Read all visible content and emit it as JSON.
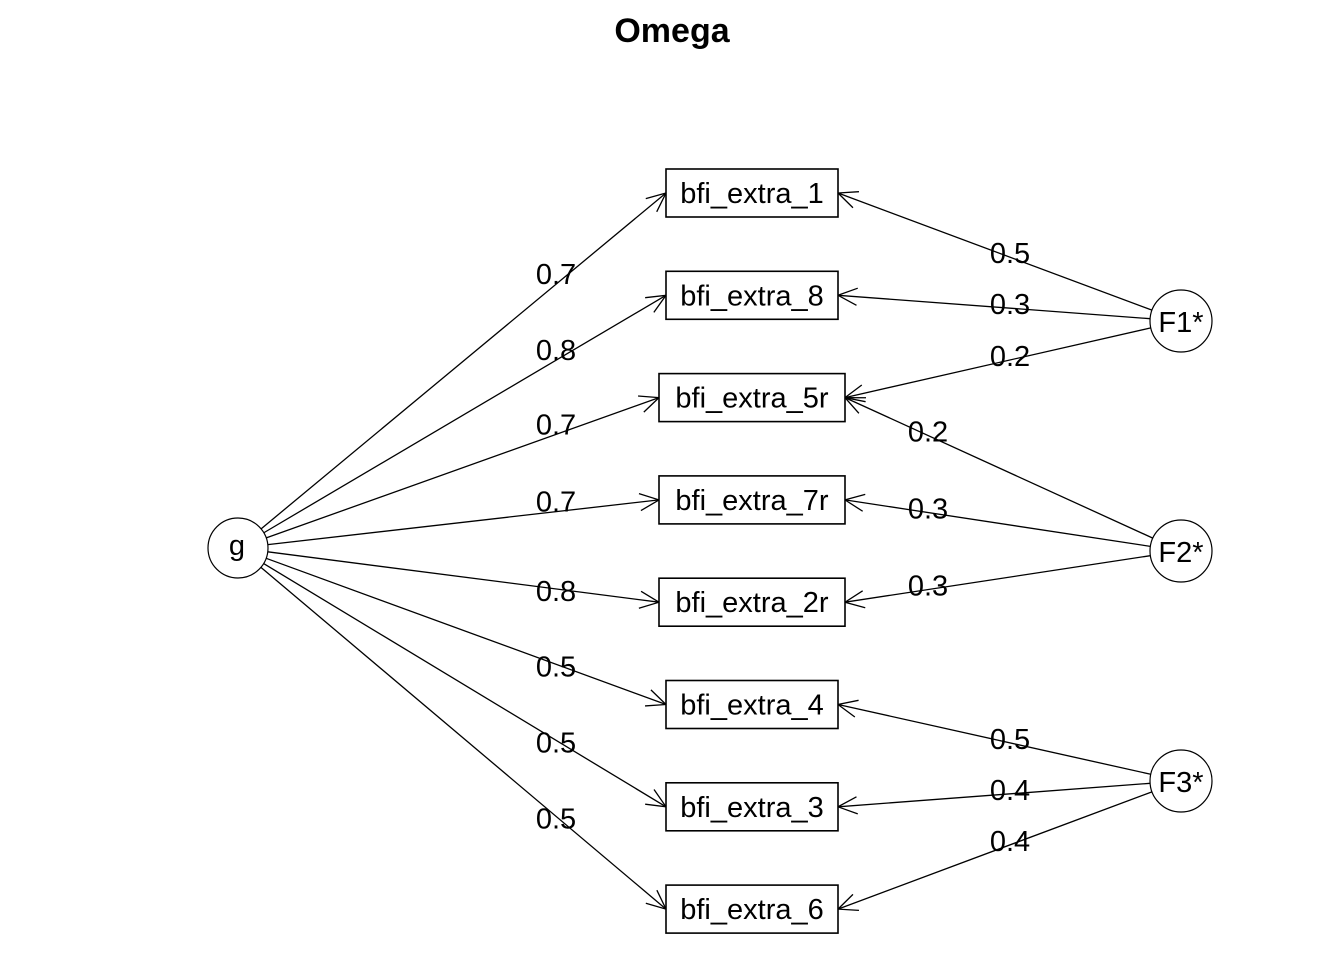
{
  "title": "Omega",
  "general_factor": {
    "id": "g",
    "label": "g"
  },
  "group_factors": [
    {
      "id": "F1",
      "label": "F1*"
    },
    {
      "id": "F2",
      "label": "F2*"
    },
    {
      "id": "F3",
      "label": "F3*"
    }
  ],
  "items": [
    {
      "id": "e1",
      "label": "bfi_extra_1"
    },
    {
      "id": "e8",
      "label": "bfi_extra_8"
    },
    {
      "id": "e5r",
      "label": "bfi_extra_5r"
    },
    {
      "id": "e7r",
      "label": "bfi_extra_7r"
    },
    {
      "id": "e2r",
      "label": "bfi_extra_2r"
    },
    {
      "id": "e4",
      "label": "bfi_extra_4"
    },
    {
      "id": "e3",
      "label": "bfi_extra_3"
    },
    {
      "id": "e6",
      "label": "bfi_extra_6"
    }
  ],
  "general_loadings": [
    {
      "item": "e1",
      "value": "0.7"
    },
    {
      "item": "e8",
      "value": "0.8"
    },
    {
      "item": "e5r",
      "value": "0.7"
    },
    {
      "item": "e7r",
      "value": "0.7"
    },
    {
      "item": "e2r",
      "value": "0.8"
    },
    {
      "item": "e4",
      "value": "0.5"
    },
    {
      "item": "e3",
      "value": "0.5"
    },
    {
      "item": "e6",
      "value": "0.5"
    }
  ],
  "group_loadings": [
    {
      "factor": "F1",
      "item": "e1",
      "value": "0.5"
    },
    {
      "factor": "F1",
      "item": "e8",
      "value": "0.3"
    },
    {
      "factor": "F1",
      "item": "e5r",
      "value": "0.2"
    },
    {
      "factor": "F2",
      "item": "e5r",
      "value": "0.2"
    },
    {
      "factor": "F2",
      "item": "e7r",
      "value": "0.3"
    },
    {
      "factor": "F2",
      "item": "e2r",
      "value": "0.3"
    },
    {
      "factor": "F3",
      "item": "e4",
      "value": "0.5"
    },
    {
      "factor": "F3",
      "item": "e3",
      "value": "0.4"
    },
    {
      "factor": "F3",
      "item": "e6",
      "value": "0.4"
    }
  ]
}
